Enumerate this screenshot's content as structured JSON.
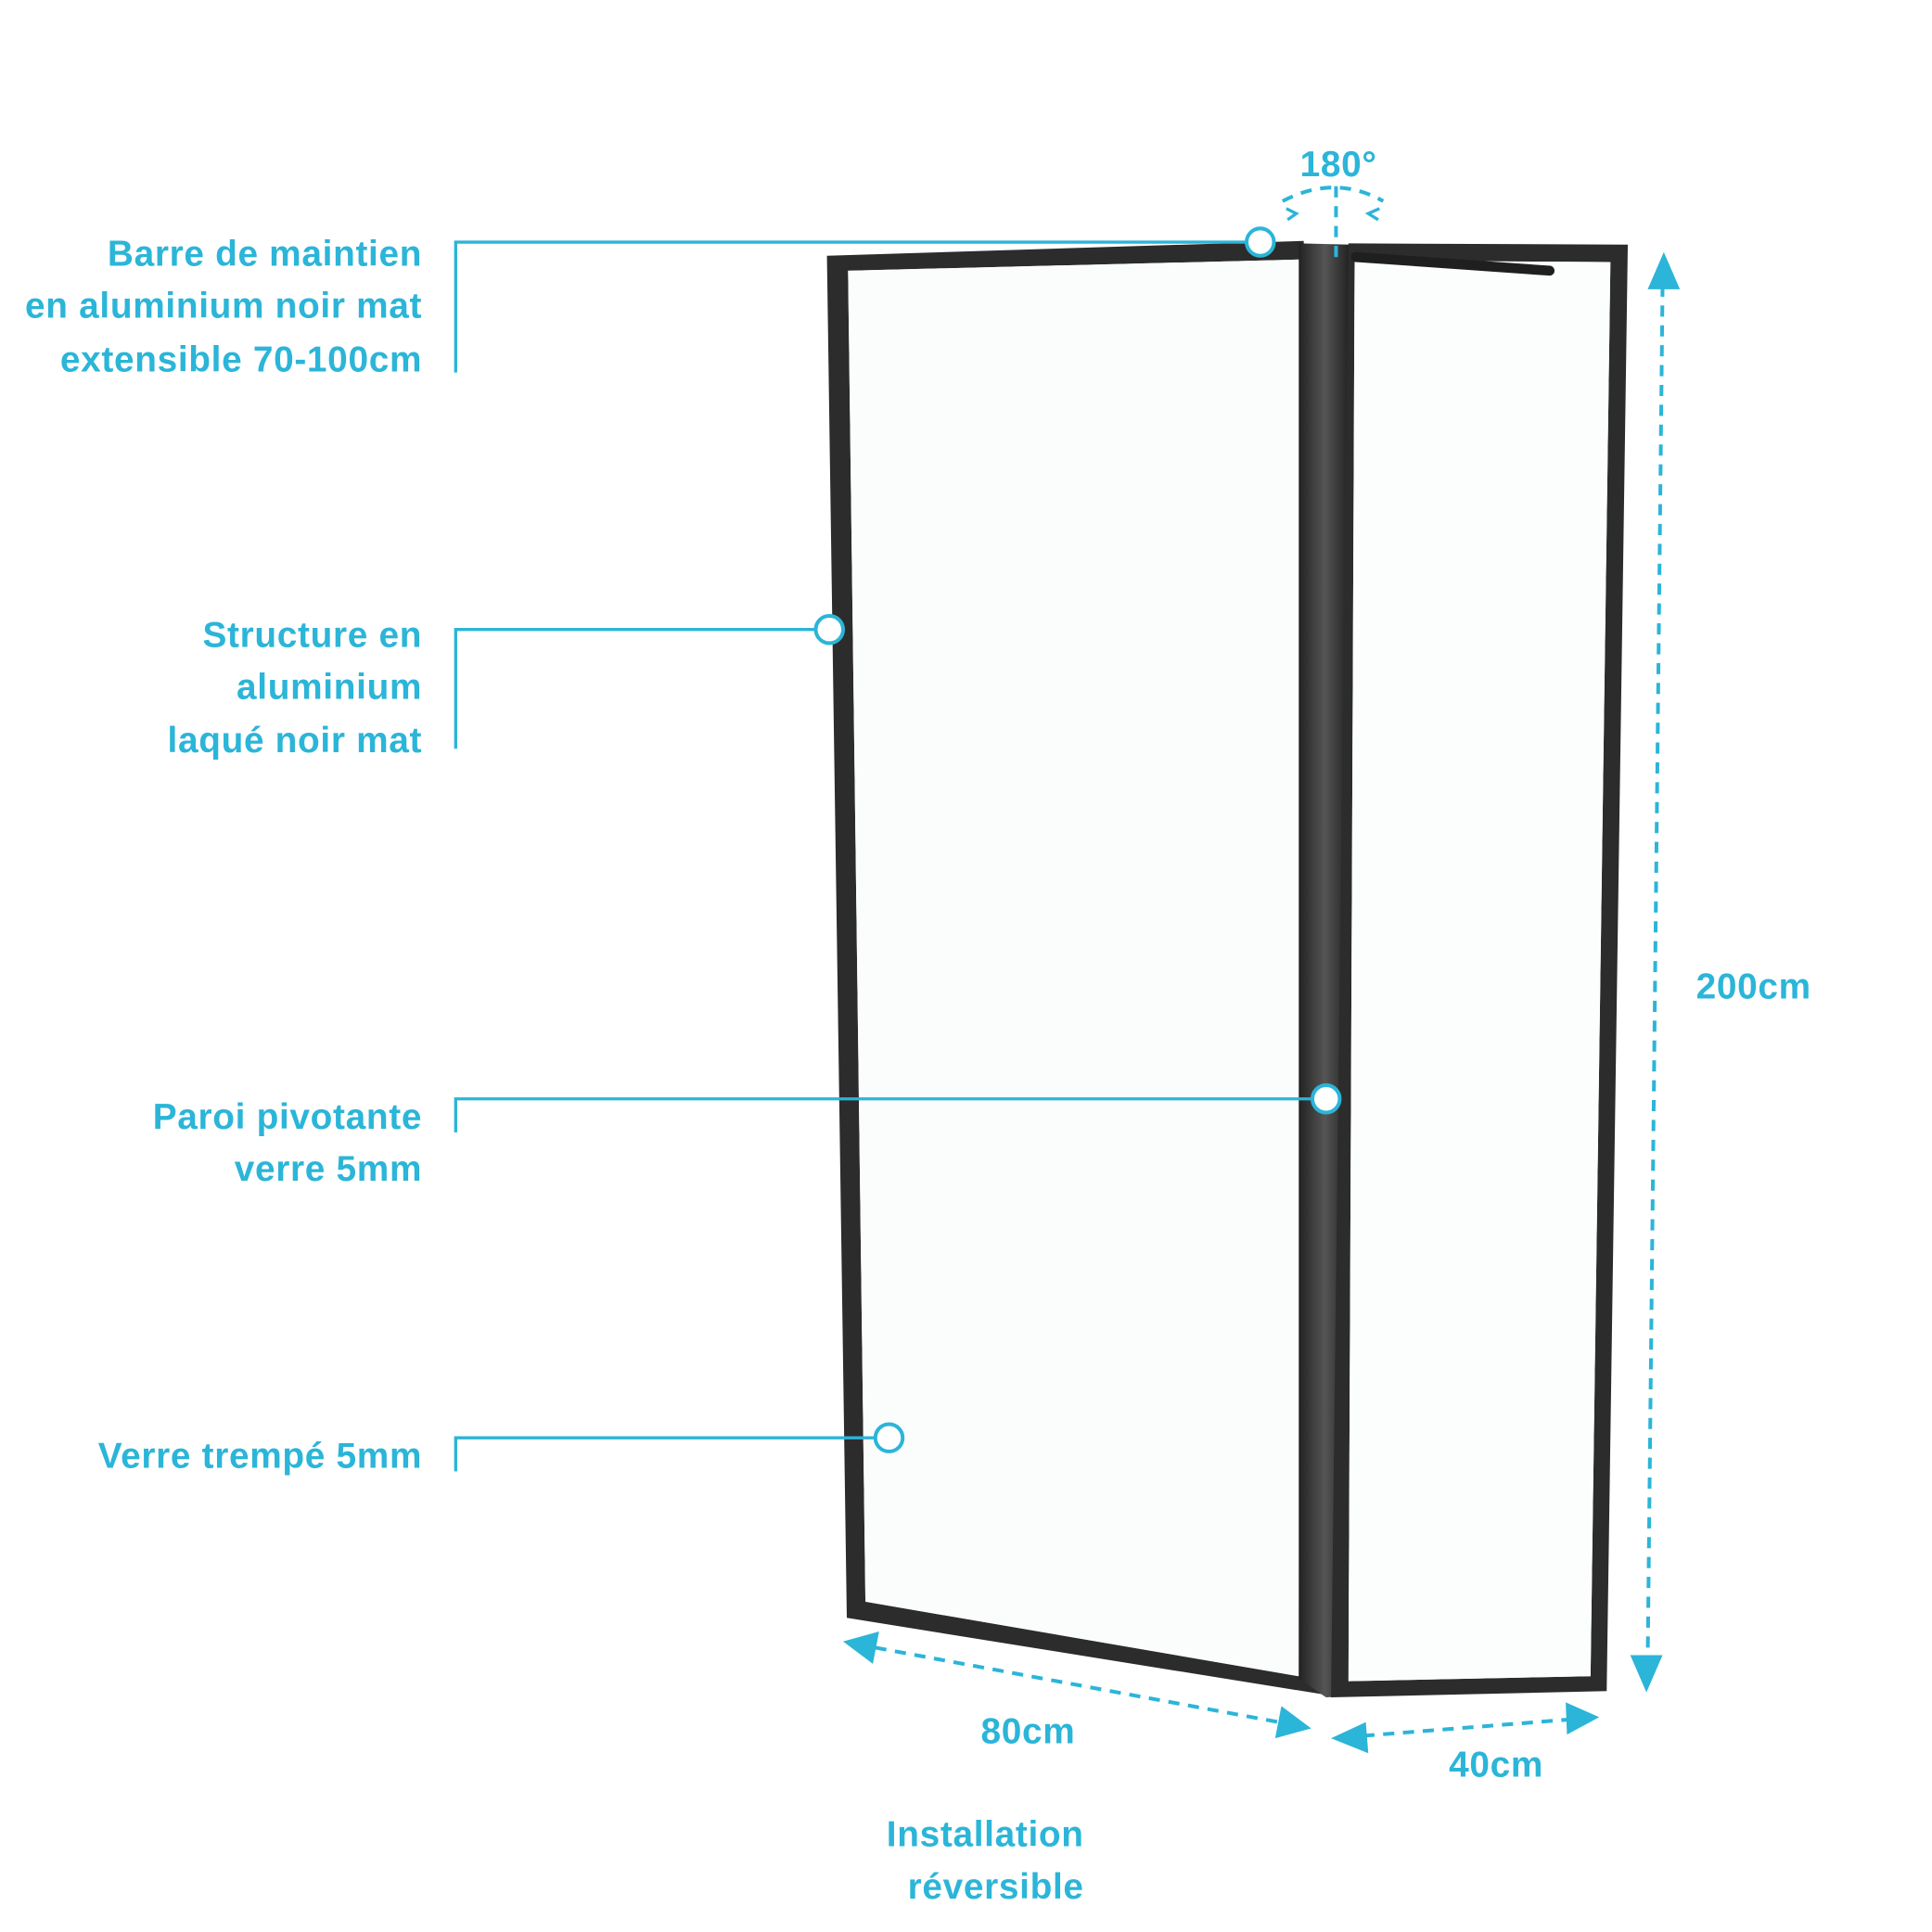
{
  "callouts": [
    {
      "lines": [
        "Barre de maintien",
        "en aluminium noir mat",
        "extensible 70-100cm"
      ]
    },
    {
      "lines": [
        "Structure en",
        "aluminium",
        "laqué noir mat"
      ]
    },
    {
      "lines": [
        "Paroi pivotante",
        "verre 5mm"
      ]
    },
    {
      "lines": [
        "Verre trempé 5mm"
      ]
    }
  ],
  "dimensions": {
    "rotation": "180°",
    "height": "200cm",
    "width_main": "80cm",
    "width_pivot": "40cm"
  },
  "footer": {
    "line1": "Installation",
    "line2": "réversible"
  },
  "colors": {
    "accent": "#2bb5d8",
    "frame": "#2a2a2a"
  }
}
